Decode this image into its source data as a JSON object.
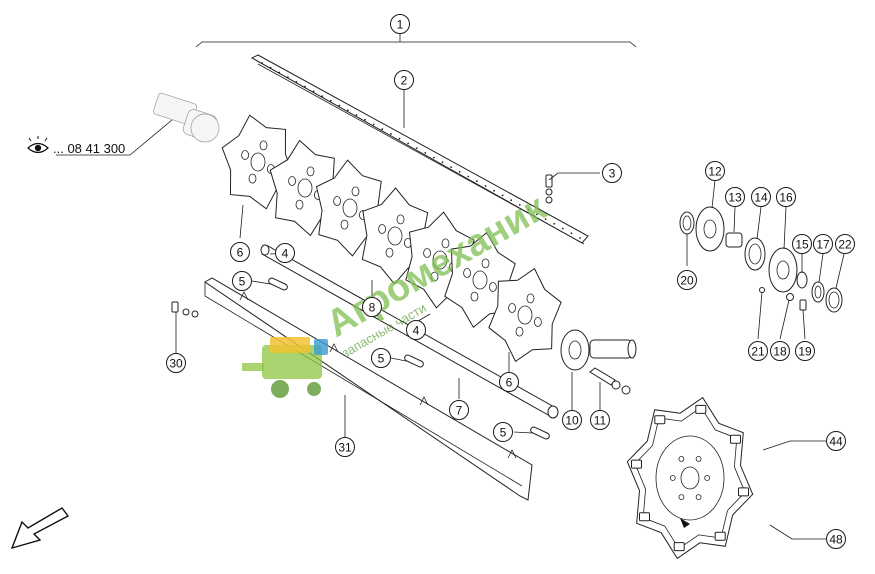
{
  "ref_note": {
    "text": "... 08 41 300",
    "icon": "eye-icon"
  },
  "parts": [
    {
      "id": "1",
      "label": "1"
    },
    {
      "id": "2",
      "label": "2",
      "highlight": "#b5d96a"
    },
    {
      "id": "3",
      "label": "3"
    },
    {
      "id": "4a",
      "label": "4"
    },
    {
      "id": "4b",
      "label": "4"
    },
    {
      "id": "5a",
      "label": "5"
    },
    {
      "id": "5b",
      "label": "5"
    },
    {
      "id": "5c",
      "label": "5"
    },
    {
      "id": "6a",
      "label": "6"
    },
    {
      "id": "6b",
      "label": "6"
    },
    {
      "id": "7",
      "label": "7"
    },
    {
      "id": "8",
      "label": "8"
    },
    {
      "id": "10",
      "label": "10"
    },
    {
      "id": "11",
      "label": "11"
    },
    {
      "id": "12",
      "label": "12"
    },
    {
      "id": "13",
      "label": "13"
    },
    {
      "id": "14",
      "label": "14"
    },
    {
      "id": "15",
      "label": "15"
    },
    {
      "id": "16",
      "label": "16"
    },
    {
      "id": "17",
      "label": "17"
    },
    {
      "id": "18",
      "label": "18"
    },
    {
      "id": "19",
      "label": "19"
    },
    {
      "id": "20",
      "label": "20"
    },
    {
      "id": "21",
      "label": "21"
    },
    {
      "id": "22",
      "label": "22"
    },
    {
      "id": "30",
      "label": "30"
    },
    {
      "id": "31",
      "label": "31"
    },
    {
      "id": "44",
      "label": "44"
    },
    {
      "id": "48",
      "label": "48"
    }
  ],
  "watermark": {
    "text": "Агромеханик",
    "subtext": "запасные части",
    "color": "#7fbf52"
  },
  "direction_arrow": {
    "icon": "direction-arrow-icon"
  }
}
